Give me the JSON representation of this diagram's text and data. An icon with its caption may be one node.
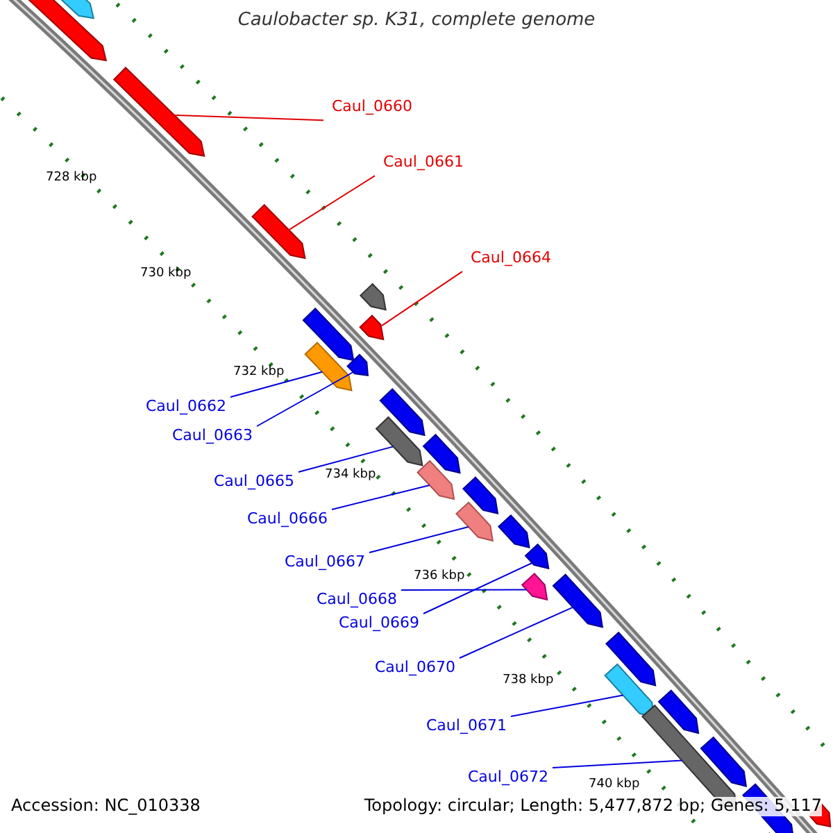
{
  "diagram": {
    "title": "Caulobacter sp. K31, complete genome",
    "nodes": [
      {
        "text": [
          "Caul_0660"
        ]
      },
      {
        "text": [
          "Caul_0661"
        ]
      },
      {
        "text": [
          "Caul_0664"
        ]
      },
      {
        "text": [
          "Caul_0662"
        ]
      },
      {
        "text": [
          "Caul_0663"
        ]
      },
      {
        "text": [
          "Caul_0665"
        ]
      },
      {
        "text": [
          "Caul_0666"
        ]
      },
      {
        "text": [
          "Caul_0667"
        ]
      },
      {
        "text": [
          "Caul_0668"
        ]
      },
      {
        "text": [
          "Caul_0669"
        ]
      },
      {
        "text": [
          "Caul_0670"
        ]
      },
      {
        "text": [
          "Caul_0671"
        ]
      },
      {
        "text": [
          "Caul_0672"
        ]
      },
      {
        "text": [],
        "shape": "bar"
      },
      {
        "text": [],
        "shape": "bar"
      },
      {
        "text": [],
        "shape": "bar"
      },
      {
        "text": [],
        "shape": "bar"
      },
      {
        "text": [],
        "shape": "bar"
      },
      {
        "text": [],
        "shape": "bar"
      },
      {
        "text": [],
        "shape": "bar"
      },
      {
        "text": [],
        "shape": "bar"
      },
      {
        "text": [],
        "shape": "bar"
      },
      {
        "text": [],
        "shape": "bar"
      },
      {
        "text": [],
        "shape": "bar"
      },
      {
        "text": [],
        "shape": "bar"
      },
      {
        "text": [],
        "shape": "bar"
      },
      {
        "text": [],
        "shape": "bar"
      },
      {
        "text": [],
        "shape": "bar"
      },
      {
        "text": [],
        "shape": "bar"
      },
      {
        "text": [],
        "shape": "bar"
      },
      {
        "text": [],
        "shape": "bar"
      },
      {
        "text": [],
        "shape": "bar"
      },
      {
        "text": [],
        "shape": "bar"
      },
      {
        "text": [],
        "shape": "bar"
      },
      {
        "text": [],
        "shape": "bar"
      },
      {
        "text": [],
        "shape": "bar"
      },
      {
        "text": [],
        "shape": "bar"
      },
      {
        "text": [],
        "shape": "bar"
      },
      {
        "text": [],
        "shape": "bar"
      },
      {
        "text": [],
        "shape": "bar"
      }
    ],
    "edges": [
      {
        "from": 0,
        "to": 15,
        "arrow": "none",
        "color": "#e00000"
      },
      {
        "from": 1,
        "to": 16,
        "arrow": "none",
        "color": "#e00000"
      },
      {
        "from": 2,
        "to": 17,
        "arrow": "none",
        "color": "#e00000"
      },
      {
        "from": 3,
        "to": 21,
        "arrow": "none"
      },
      {
        "from": 4,
        "to": 20,
        "arrow": "none"
      },
      {
        "from": 5,
        "to": 23,
        "arrow": "none"
      },
      {
        "from": 6,
        "to": 25,
        "arrow": "none"
      },
      {
        "from": 7,
        "to": 27,
        "arrow": "none"
      },
      {
        "from": 8,
        "to": 30,
        "arrow": "none"
      },
      {
        "from": 9,
        "to": 29,
        "arrow": "none"
      },
      {
        "from": 10,
        "to": 31,
        "arrow": "none"
      },
      {
        "from": 11,
        "to": 33,
        "arrow": "none"
      },
      {
        "from": 12,
        "to": 35,
        "arrow": "none"
      }
    ],
    "labels": [
      "728 kbp",
      "730 kbp",
      "732 kbp",
      "734 kbp",
      "736 kbp",
      "738 kbp",
      "740 kbp",
      "Accession: NC_010338",
      "Topology: circular; Length: 5,477,872 bp; Genes: 5,117"
    ]
  }
}
